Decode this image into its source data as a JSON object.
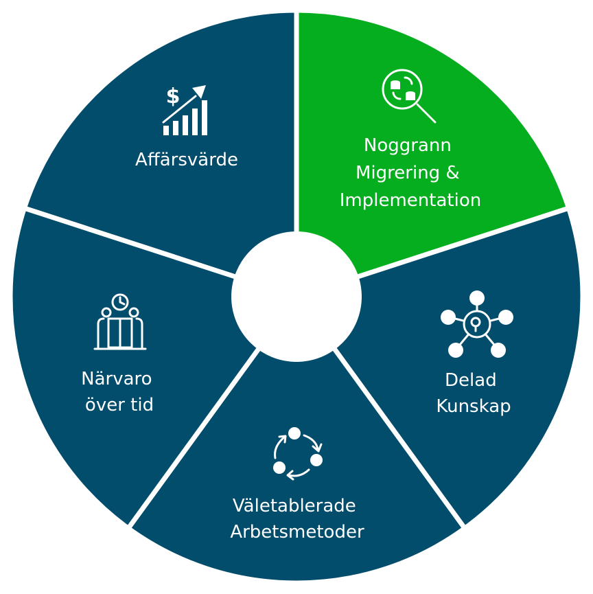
{
  "colors": {
    "primary": "#024d6c",
    "accent": "#05ae1f",
    "background": "#ffffff"
  },
  "segments": [
    {
      "id": "affarsvarde",
      "lines": [
        "Affärsvärde"
      ],
      "color": "#024d6c",
      "icon": "growth-chart-dollar-icon"
    },
    {
      "id": "noggrann-migrering",
      "lines": [
        "Noggrann",
        "Migrering &",
        "Implementation"
      ],
      "color": "#05ae1f",
      "icon": "magnifier-coins-icon"
    },
    {
      "id": "delad-kunskap",
      "lines": [
        "Delad",
        "Kunskap"
      ],
      "color": "#024d6c",
      "icon": "network-head-idea-icon"
    },
    {
      "id": "valetablerade-arbetsmetoder",
      "lines": [
        "Väletablerade",
        "Arbetsmetoder"
      ],
      "color": "#024d6c",
      "icon": "cycle-arrows-icon"
    },
    {
      "id": "narvaro-over-tid",
      "lines": [
        "Närvaro",
        "över tid"
      ],
      "color": "#024d6c",
      "icon": "people-clock-icon"
    }
  ]
}
